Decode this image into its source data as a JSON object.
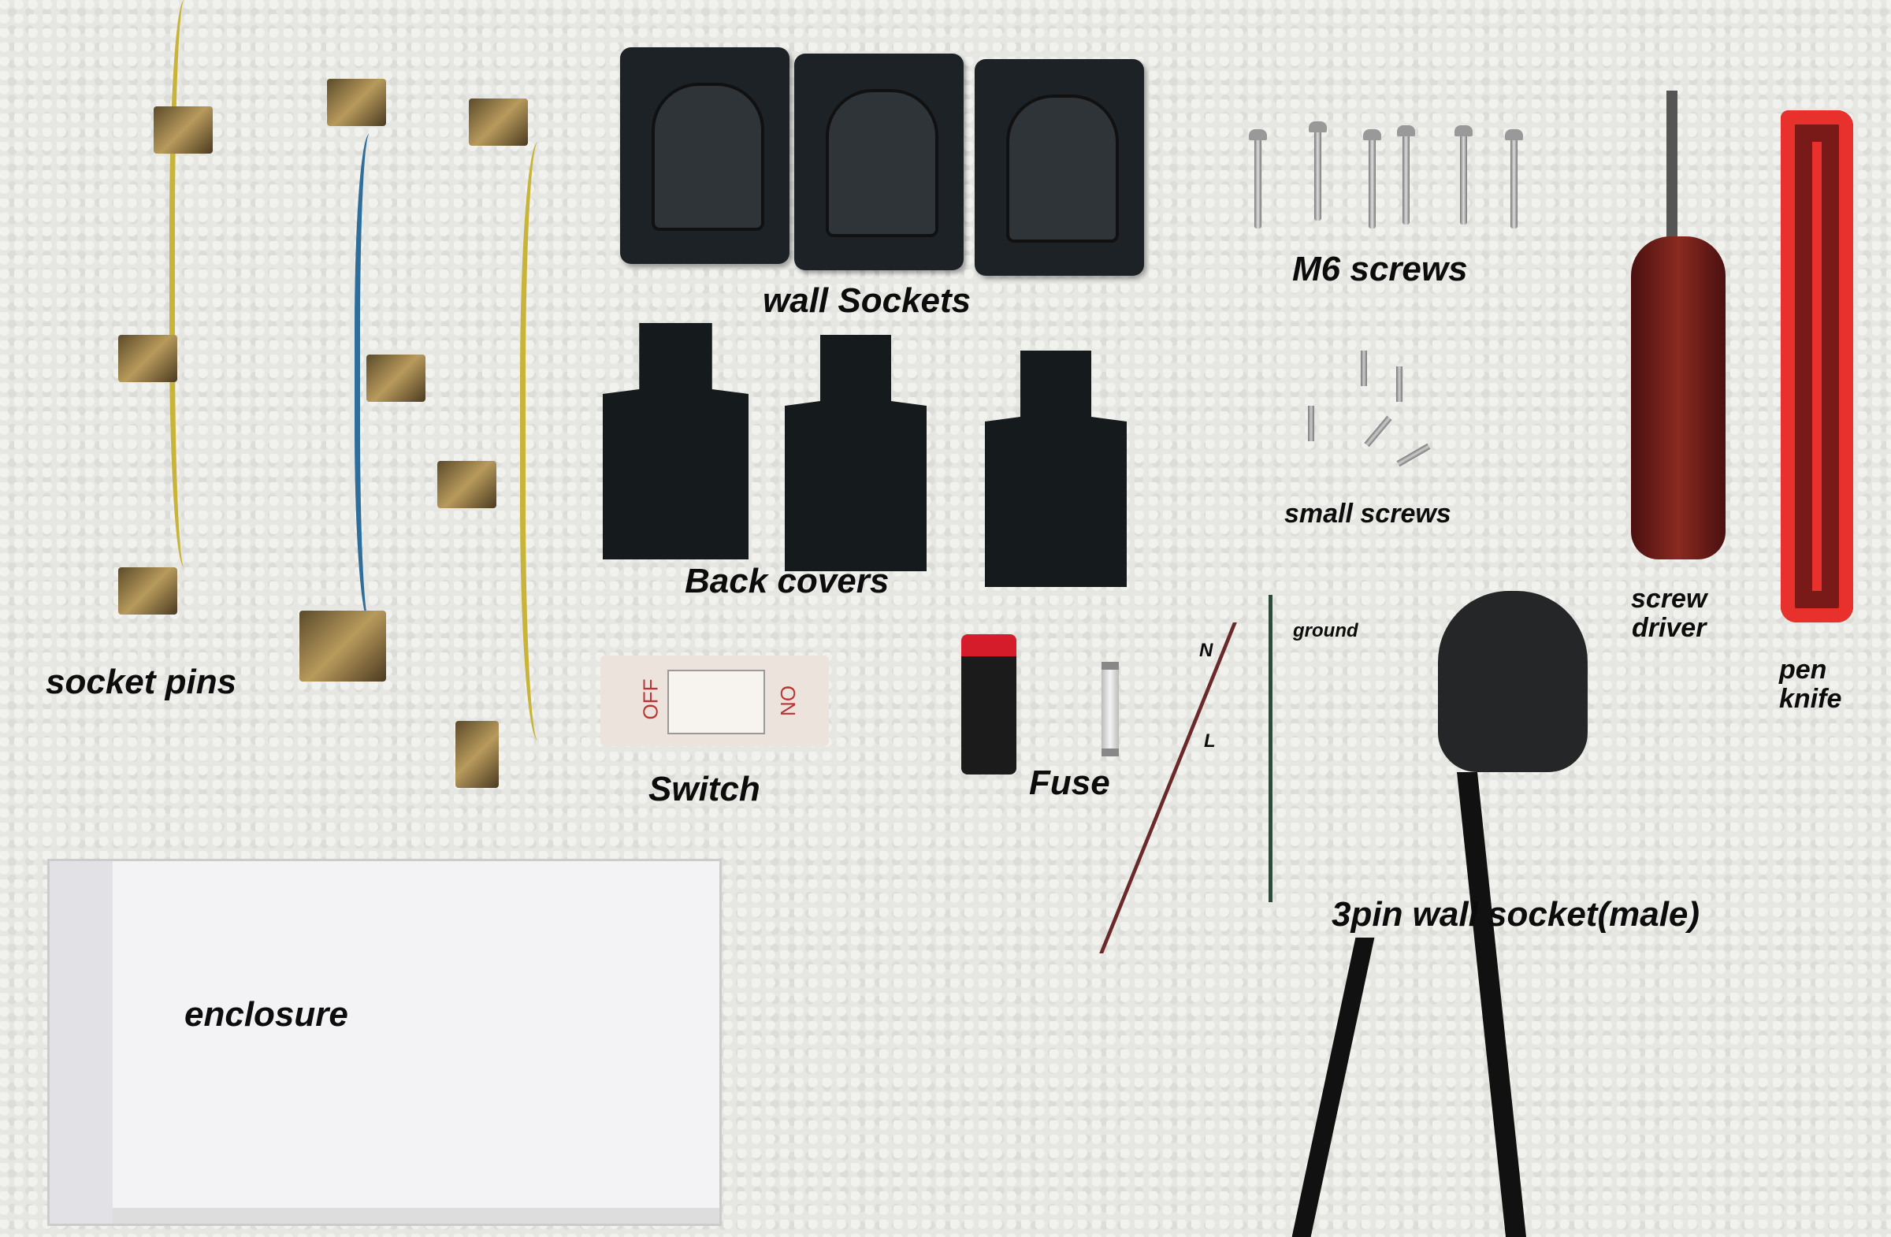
{
  "labels": {
    "socket_pins": "socket pins",
    "wall_sockets": "wall Sockets",
    "m6_screws": "M6 screws",
    "back_covers": "Back covers",
    "small_screws": "small screws",
    "screw_driver_line1": "screw",
    "screw_driver_line2": "driver",
    "pen_knife_line1": "pen",
    "pen_knife_line2": "knife",
    "ground": "ground",
    "neutral": "N",
    "live": "L",
    "switch": "Switch",
    "fuse": "Fuse",
    "plug": "3pin wall socket(male)",
    "enclosure": "enclosure"
  },
  "switch_markings": {
    "off": "OFF",
    "on": "ON"
  },
  "colors": {
    "knife": "#e8302c",
    "screwdriver_handle": "#6e1a1a",
    "socket": "#1c2226",
    "fuse_button": "#d41c2a"
  }
}
